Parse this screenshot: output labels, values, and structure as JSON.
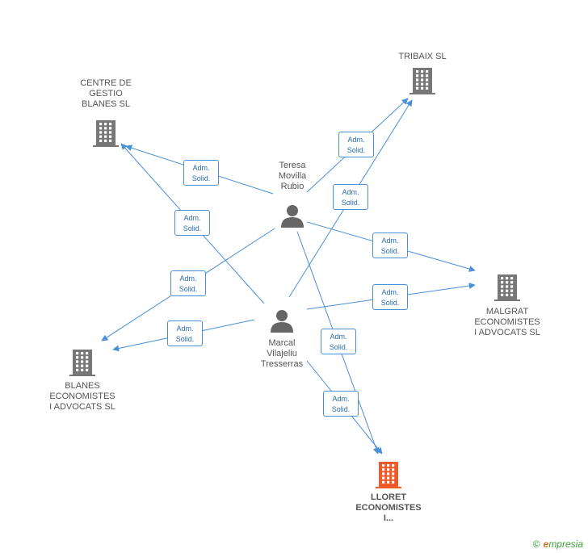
{
  "companies": [
    {
      "id": "centre",
      "label": "CENTRE DE\nGESTIO\nBLANES SL",
      "highlight": false
    },
    {
      "id": "tribaix",
      "label": "TRIBAIX SL",
      "highlight": false
    },
    {
      "id": "malgrat",
      "label": "MALGRAT\nECONOMISTES\nI ADVOCATS SL",
      "highlight": false
    },
    {
      "id": "blanes",
      "label": "BLANES\nECONOMISTES\nI ADVOCATS SL",
      "highlight": false
    },
    {
      "id": "lloret",
      "label": "LLORET\nECONOMISTES\nI...",
      "highlight": true
    }
  ],
  "persons": [
    {
      "id": "teresa",
      "label": "Teresa\nMovilla\nRubio"
    },
    {
      "id": "marcal",
      "label": "Marcal\nVilajeliu\nTresserras"
    }
  ],
  "edges": [
    {
      "from": "teresa",
      "to": "centre",
      "label": "Adm.\nSolid."
    },
    {
      "from": "teresa",
      "to": "tribaix",
      "label": "Adm.\nSolid."
    },
    {
      "from": "teresa",
      "to": "malgrat",
      "label": "Adm.\nSolid."
    },
    {
      "from": "teresa",
      "to": "blanes",
      "label": "Adm.\nSolid."
    },
    {
      "from": "teresa",
      "to": "lloret",
      "label": "Adm.\nSolid."
    },
    {
      "from": "marcal",
      "to": "centre",
      "label": "Adm.\nSolid."
    },
    {
      "from": "marcal",
      "to": "tribaix",
      "label": "Adm.\nSolid."
    },
    {
      "from": "marcal",
      "to": "malgrat",
      "label": "Adm.\nSolid."
    },
    {
      "from": "marcal",
      "to": "blanes",
      "label": "Adm.\nSolid."
    },
    {
      "from": "marcal",
      "to": "lloret",
      "label": "Adm.\nSolid."
    }
  ],
  "colors": {
    "edge": "#4a90d9",
    "building": "#777777",
    "building_highlight": "#f05a28",
    "person": "#666666"
  },
  "footer": {
    "copyright": "©",
    "brand_initial": "e",
    "brand_rest": "mpresia"
  }
}
